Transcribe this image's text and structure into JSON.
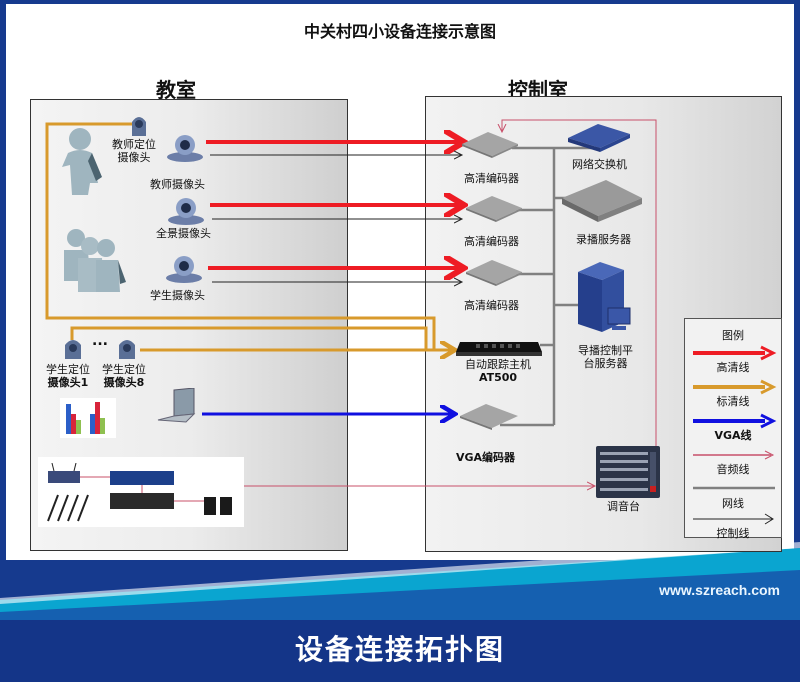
{
  "title": "中关村四小设备连接示意图",
  "rooms": {
    "classroom": "教室",
    "control_room": "控制室"
  },
  "classroom_devices": {
    "teacher_locator_camera": "教师定位\n摄像头",
    "teacher_camera": "教师摄像头",
    "panorama_camera": "全景摄像头",
    "student_camera": "学生摄像头",
    "student_locator_1_line1": "学生定位",
    "student_locator_1_line2": "摄像头1",
    "student_locator_8_line1": "学生定位",
    "student_locator_8_line2": "摄像头8",
    "ellipsis": "...",
    "teacher_icon": "teacher-figure-icon",
    "students_icon": "students-figure-icon",
    "chart_icon": "bar-chart-icon",
    "laptop_icon": "laptop-icon",
    "audio_group_icon": "audio-equipment-icon"
  },
  "control_devices": {
    "hd_encoder_1": "高清编码器",
    "hd_encoder_2": "高清编码器",
    "hd_encoder_3": "高清编码器",
    "tracking_host_line1": "自动跟踪主机",
    "tracking_host_line2": "AT500",
    "vga_encoder": "VGA编码器",
    "network_switch": "网络交换机",
    "recording_server": "录播服务器",
    "director_server_line1": "导播控制平",
    "director_server_line2": "台服务器",
    "mixer": "调音台"
  },
  "legend": {
    "title": "图例",
    "items": [
      {
        "label": "高清线",
        "color": "#ee1c24",
        "style": "thick-arrow"
      },
      {
        "label": "标清线",
        "color": "#d89a2c",
        "style": "thick-arrow"
      },
      {
        "label": "VGA线",
        "color": "#1010e0",
        "style": "thick-arrow"
      },
      {
        "label": "音频线",
        "color": "#c8506a",
        "style": "thin-arrow"
      },
      {
        "label": "网线",
        "color": "#808080",
        "style": "line"
      },
      {
        "label": "控制线",
        "color": "#222222",
        "style": "thin-arrow"
      }
    ]
  },
  "footer": {
    "url": "www.szreach.com",
    "title": "设备连接拓扑图"
  },
  "colors": {
    "frame": "#163a8e",
    "hd_line": "#ee1c24",
    "sd_line": "#d89a2c",
    "vga_line": "#1010e0",
    "audio_line": "#c8506a",
    "network_line": "#808080",
    "control_line": "#222222",
    "band_light": "#0aa5d0",
    "band_mid": "#1560b0"
  }
}
